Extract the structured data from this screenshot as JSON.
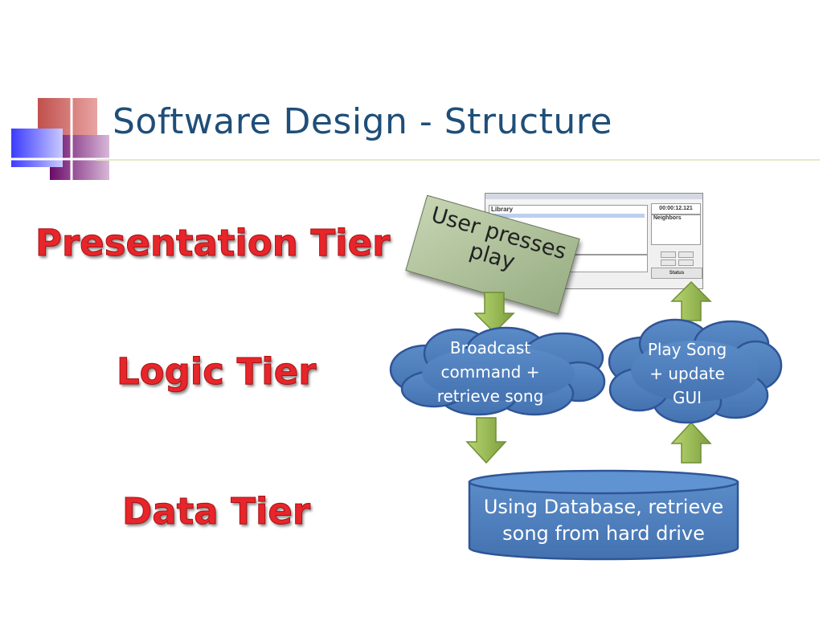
{
  "slide": {
    "title": "Software Design - Structure"
  },
  "tiers": {
    "presentation": "Presentation Tier",
    "logic": "Logic Tier",
    "data": "Data Tier"
  },
  "note": {
    "line1": "User presses",
    "line2": "play"
  },
  "clouds": {
    "broadcast": [
      "Broadcast",
      "command +",
      "retrieve song"
    ],
    "play": [
      "Play Song",
      "+ update",
      "GUI"
    ]
  },
  "database": {
    "line1": "Using Database, retrieve",
    "line2": "song from hard drive"
  },
  "player_screenshot": {
    "library_label": "Library",
    "neighbors_label": "Neighbors",
    "time": "00:00:12.121",
    "status_label": "Status"
  },
  "colors": {
    "title": "#1f4e79",
    "tier_text": "#e8252a",
    "shape_fill": "#4f81bd",
    "shape_stroke": "#2f5597",
    "arrow_fill": "#9bbb59",
    "arrow_stroke": "#6f8f35"
  }
}
